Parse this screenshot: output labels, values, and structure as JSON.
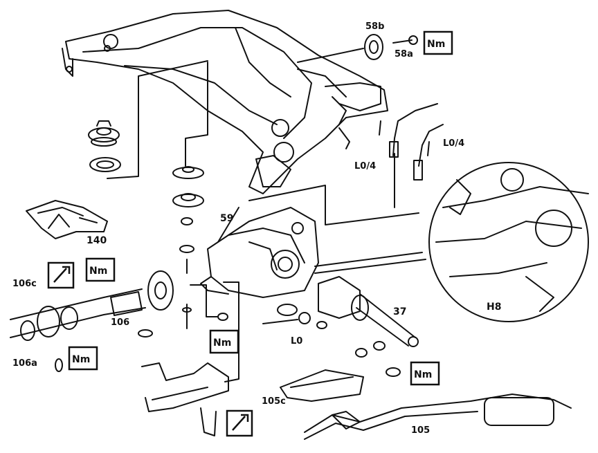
{
  "colors": {
    "ink": "#111111",
    "paper": "#ffffff"
  },
  "callouts": {
    "c58b": "58b",
    "c58a": "58a",
    "c59": "59",
    "c140": "140",
    "cL04a": "L0/4",
    "cL04b": "L0/4",
    "c106c": "106c",
    "c106a": "106a",
    "c106": "106",
    "cL0": "L0",
    "c37": "37",
    "cH8": "H8",
    "c105c": "105c",
    "c105": "105"
  },
  "badges": {
    "nm": "Nm",
    "torque_icon": "torque-wrench-symbol"
  }
}
